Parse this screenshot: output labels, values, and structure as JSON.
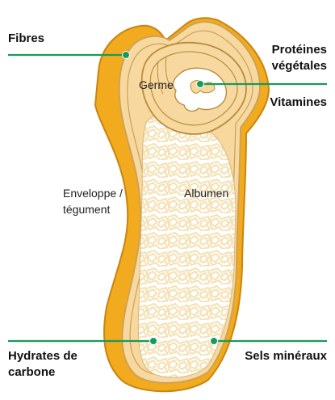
{
  "labels": {
    "fibres": "Fibres",
    "proteines_line1": "Protéines",
    "proteines_line2": "végétales",
    "vitamines": "Vitamines",
    "germe": "Germe",
    "enveloppe_line1": "Enveloppe /",
    "enveloppe_line2": "tégument",
    "albumen": "Albumen",
    "hydrates_line1": "Hydrates de",
    "hydrates_line2": "carbone",
    "sels": "Sels minéraux"
  },
  "colors": {
    "hull": "#f2aa1e",
    "hull_edge": "#c98510",
    "layer": "#f7d9a0",
    "layer_edge": "#caa05a",
    "albumen_fill": "#ffffff",
    "albumen_cells": "#f5e2b6",
    "leader_lines": "#1a9a5a"
  }
}
